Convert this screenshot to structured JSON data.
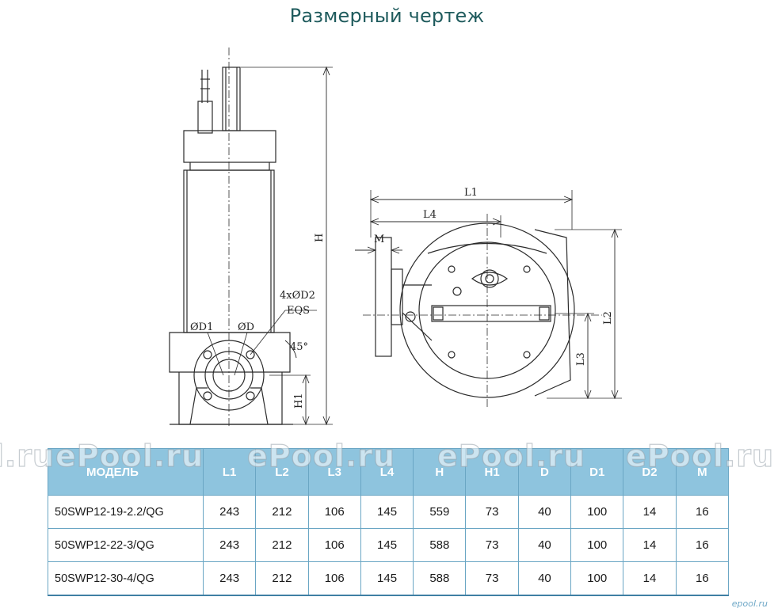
{
  "title": "Размерный чертеж",
  "drawing": {
    "labels": {
      "L1": "L1",
      "L2": "L2",
      "L3": "L3",
      "L4": "L4",
      "H": "H",
      "H1": "H1",
      "M": "M",
      "D": "ØD",
      "D1": "ØD1",
      "holes": "4xØD2",
      "eqs": "EQS",
      "angle": "45°"
    },
    "line_color": "#2b2b2b"
  },
  "table": {
    "headers": [
      "МОДЕЛЬ",
      "L1",
      "L2",
      "L3",
      "L4",
      "H",
      "H1",
      "D",
      "D1",
      "D2",
      "M"
    ],
    "rows": [
      [
        "50SWP12-19-2.2/QG",
        "243",
        "212",
        "106",
        "145",
        "559",
        "73",
        "40",
        "100",
        "14",
        "16"
      ],
      [
        "50SWP12-22-3/QG",
        "243",
        "212",
        "106",
        "145",
        "588",
        "73",
        "40",
        "100",
        "14",
        "16"
      ],
      [
        "50SWP12-30-4/QG",
        "243",
        "212",
        "106",
        "145",
        "588",
        "73",
        "40",
        "100",
        "14",
        "16"
      ]
    ],
    "header_color": "#8ec4de",
    "border_color": "#6aa6c4"
  },
  "watermark": "ePool.ru",
  "corner_mark": "epool.ru"
}
